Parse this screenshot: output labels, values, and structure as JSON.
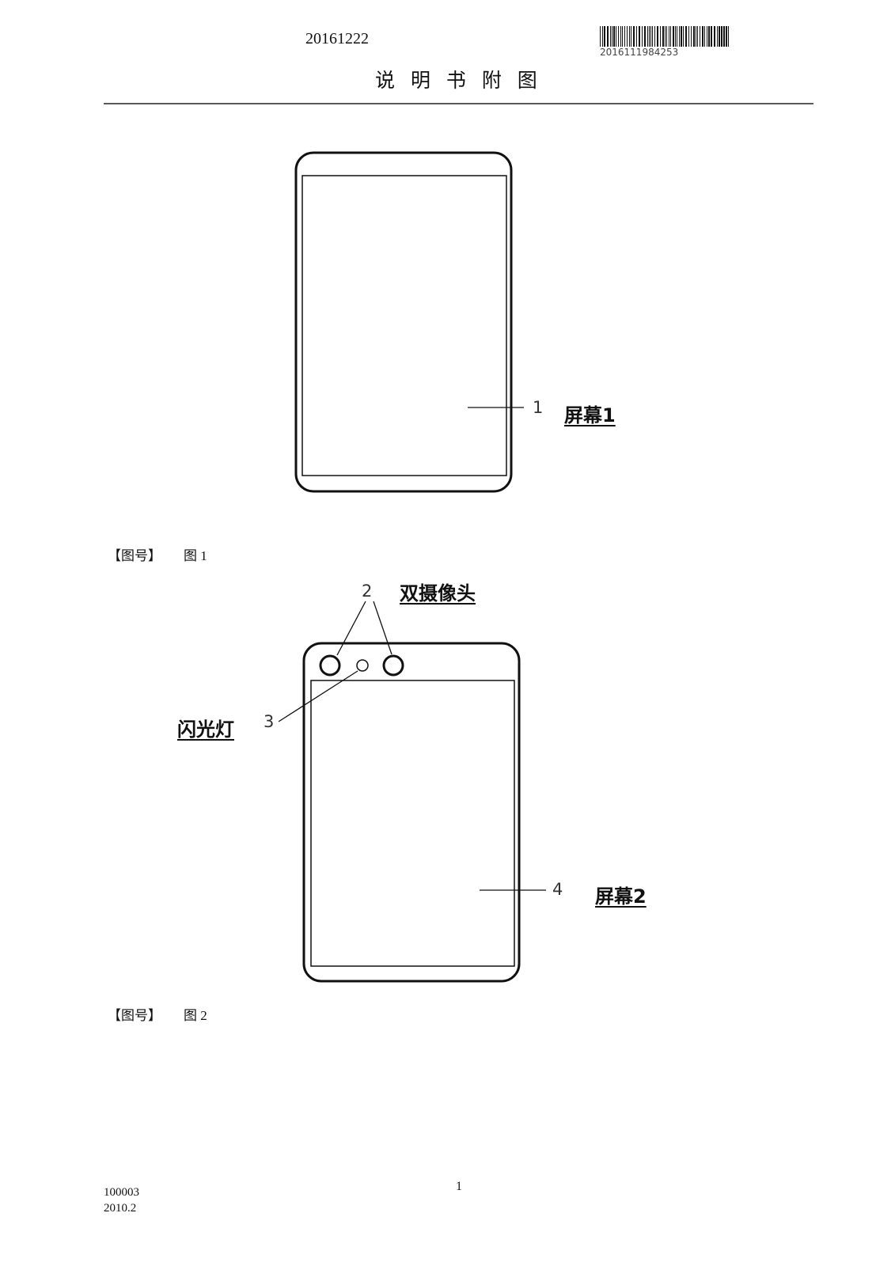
{
  "header": {
    "date": "20161222",
    "barcode_number": "2016111984253",
    "title": "说 明 书 附 图"
  },
  "figures": [
    {
      "caption_tag": "【图号】",
      "caption": "图 1",
      "callouts": [
        {
          "number": "1",
          "label": "屏幕1"
        }
      ]
    },
    {
      "caption_tag": "【图号】",
      "caption": "图 2",
      "callouts": [
        {
          "number": "2",
          "label": "双摄像头"
        },
        {
          "number": "3",
          "label": "闪光灯"
        },
        {
          "number": "4",
          "label": "屏幕2"
        }
      ]
    }
  ],
  "footer": {
    "page_number": "1",
    "form_code": "100003",
    "form_version": "2010.2"
  }
}
